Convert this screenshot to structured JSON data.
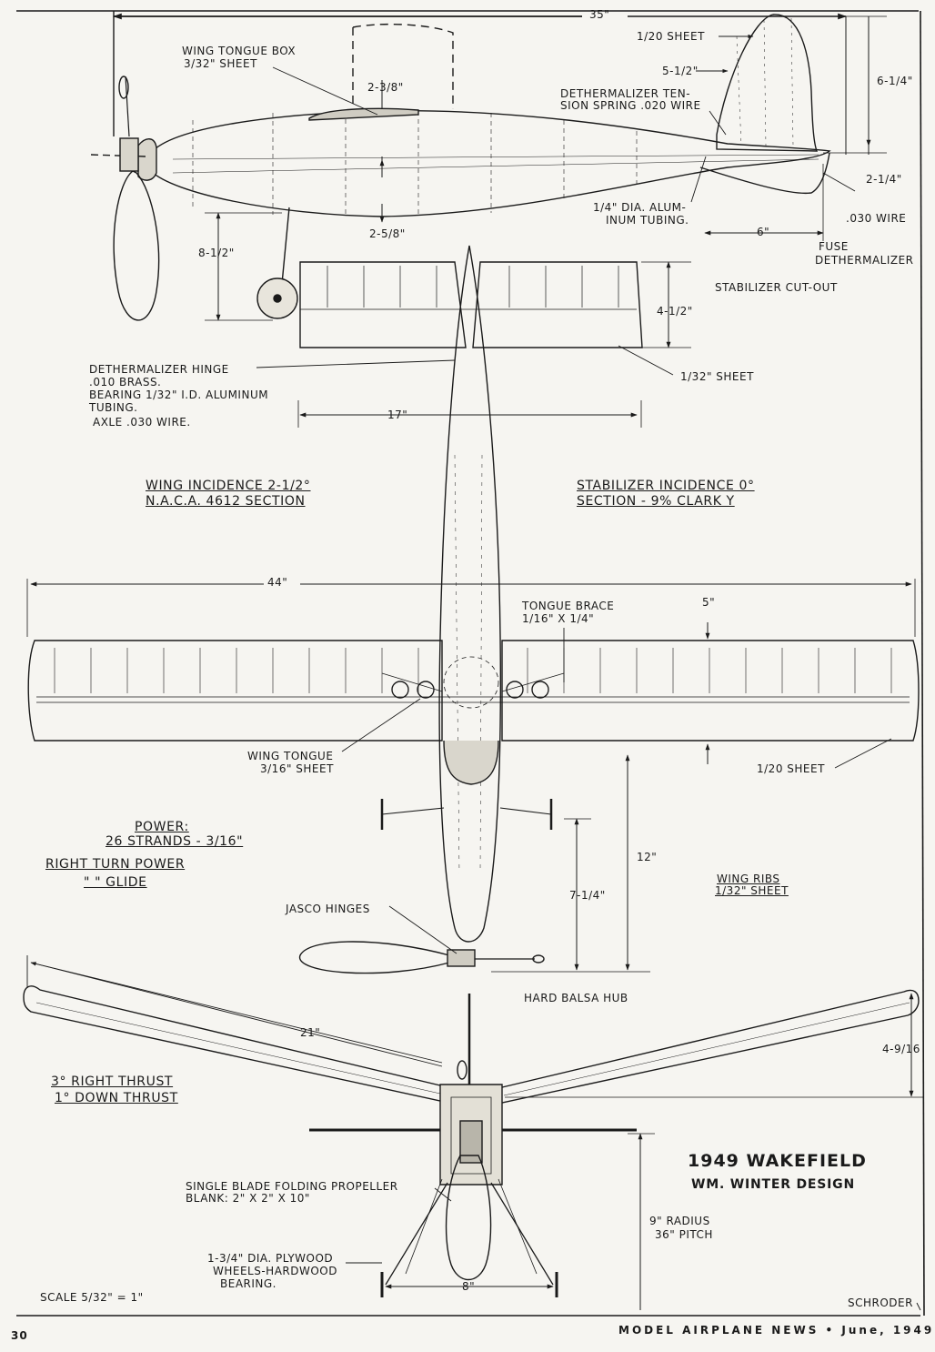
{
  "drawing_title": "1949 WAKEFIELD",
  "designer": "WM. WINTER DESIGN",
  "draftsman": "SCHRODER",
  "scale": "SCALE 5/32\" = 1\"",
  "page_number": "30",
  "magazine_footer": "MODEL AIRPLANE NEWS  •  June, 1949",
  "side_view": {
    "overall_length": "35\"",
    "fin_sheet": "1/20 SHEET",
    "fin_chord": "5-1/2\"",
    "fin_height": "6-1/4\"",
    "wing_tongue_box": [
      "WING TONGUE BOX",
      "3/32\" SHEET"
    ],
    "pylon_height": "2-3/8\"",
    "pylon_depth": "2-5/8\"",
    "dethermalizer_spring": [
      "DETHERMALIZER TEN-",
      "SION SPRING .020 WIRE"
    ],
    "tubing": [
      "1/4\" DIA. ALUM-",
      "INUM TUBING."
    ],
    "stab_height": "2-1/4\"",
    "tail_wire": ".030 WIRE",
    "stab_offset": "6\"",
    "fuse": [
      "FUSE",
      "DETHERMALIZER"
    ],
    "gear_height": "8-1/2\""
  },
  "top_view": {
    "stab_cutout": "STABILIZER CUT-OUT",
    "stab_chord": "4-1/2\"",
    "stab_sheet": "1/32\" SHEET",
    "stab_span": "17\"",
    "hinge_note": [
      "DETHERMALIZER HINGE",
      ".010 BRASS.",
      "BEARING 1/32\" I.D. ALUMINUM",
      "TUBING.",
      "AXLE .030 WIRE."
    ],
    "wing_incidence": [
      "WING INCIDENCE 2-1/2°",
      "N.A.C.A. 4612 SECTION"
    ],
    "stab_incidence": [
      "STABILIZER INCIDENCE 0°",
      "SECTION - 9% CLARK Y"
    ],
    "wing_span": "44\"",
    "tongue_brace": [
      "TONGUE BRACE",
      "1/16\" X 1/4\""
    ],
    "wing_chord": "5\"",
    "wing_tongue": [
      "WING TONGUE",
      "3/16\" SHEET"
    ],
    "wing_sheet": "1/20 SHEET",
    "power": [
      "POWER:",
      "26 STRANDS - 3/16\""
    ],
    "turn": [
      "RIGHT TURN POWER",
      "\"       \"     GLIDE"
    ],
    "wing_ribs": [
      "WING RIBS",
      "1/32\" SHEET"
    ],
    "wing_to_prop": "12\"",
    "stab_to_prop": "7-1/4\"",
    "jasco": "JASCO HINGES",
    "hub": "HARD BALSA HUB"
  },
  "front_view": {
    "half_span": "21\"",
    "dihedral": "4-9/16",
    "thrust": [
      "3° RIGHT THRUST",
      "1° DOWN THRUST"
    ],
    "prop_note": [
      "SINGLE BLADE FOLDING PROPELLER",
      "BLANK: 2\" X 2\" X 10\""
    ],
    "prop_spec": [
      "9\" RADIUS",
      "36\" PITCH"
    ],
    "wheels": [
      "1-3/4\" DIA. PLYWOOD",
      "WHEELS-HARDWOOD",
      "BEARING."
    ],
    "track": "8\""
  }
}
